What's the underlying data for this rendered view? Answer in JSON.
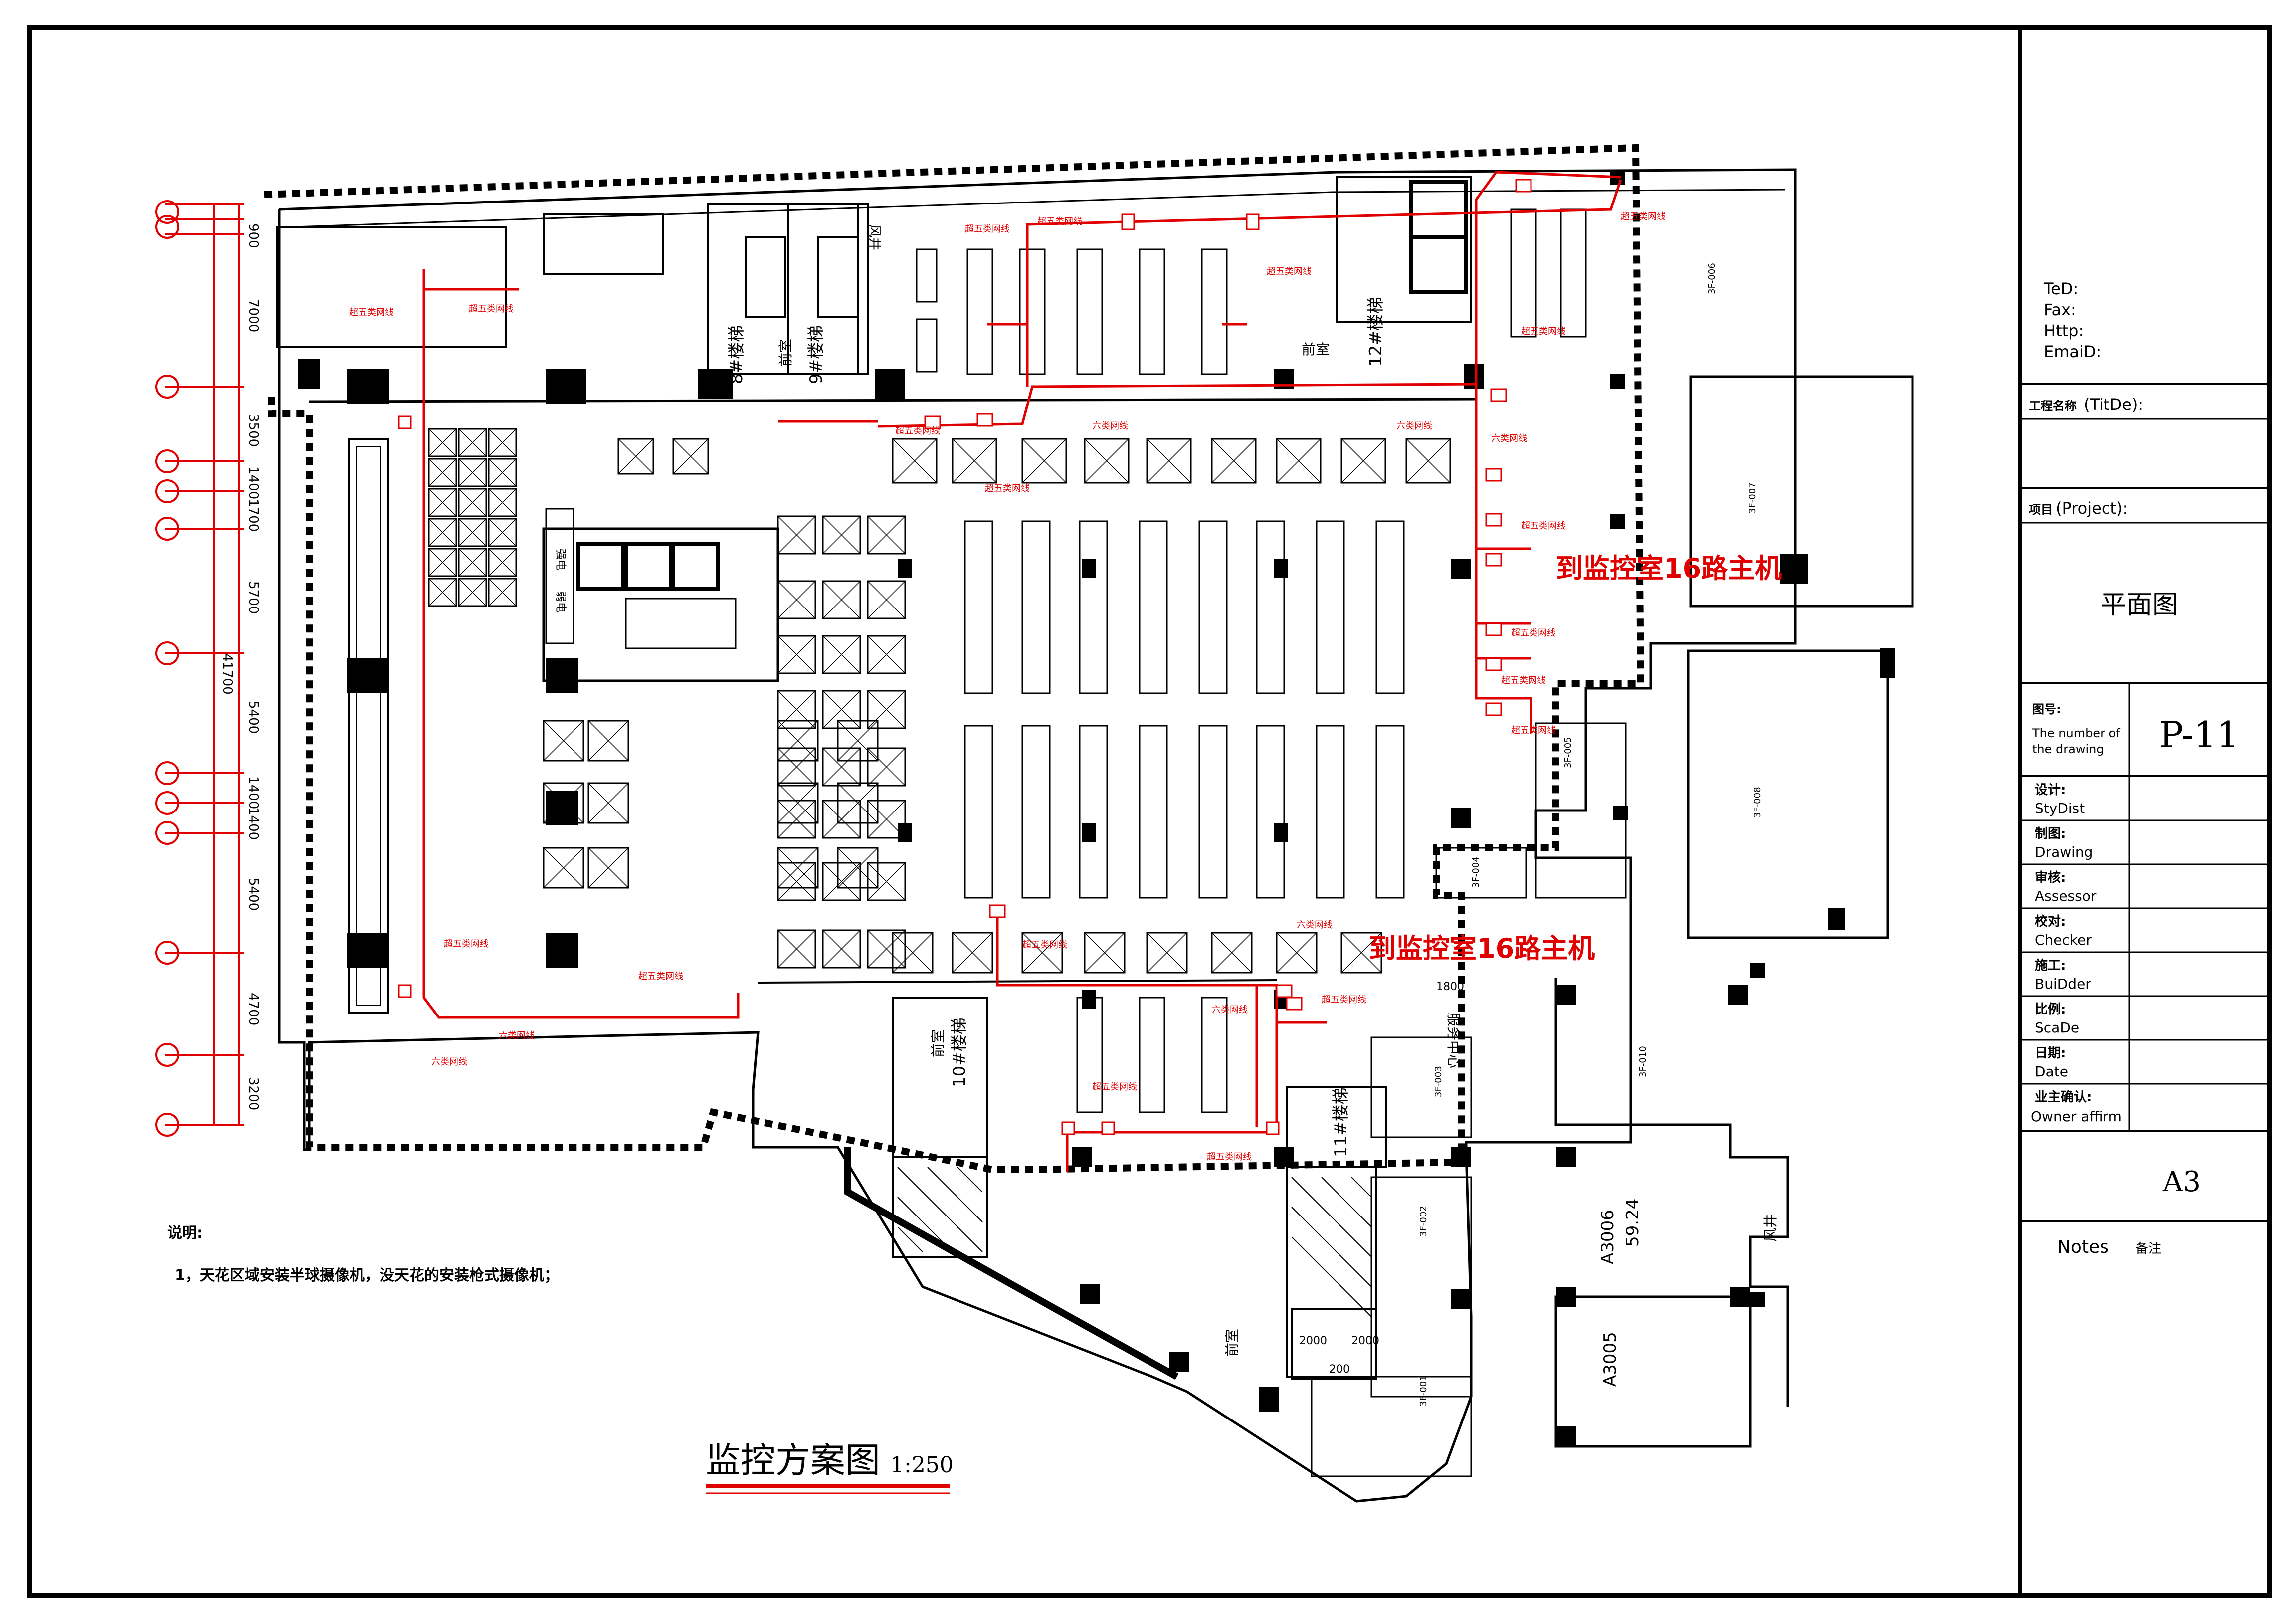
{
  "title_block": {
    "contacts": [
      "TeD:",
      "Fax:",
      "Http:",
      "EmaiD:"
    ],
    "project_name_label": "工程名称",
    "project_name_value": "(TitDe):",
    "project_label": "项目",
    "project_value": "(Project):",
    "drawing_name": "平面图",
    "drawing_no_label_cn": "图号:",
    "drawing_no_label_en": "The number of the drawing",
    "drawing_no_label_en_1": "The number of",
    "drawing_no_label_en_2": "the drawing",
    "drawing_no": "P-11",
    "rows": [
      {
        "cn": "设计:",
        "en": "StyDist"
      },
      {
        "cn": "制图:",
        "en": "Drawing"
      },
      {
        "cn": "审核:",
        "en": "Assessor"
      },
      {
        "cn": "校对:",
        "en": "Checker"
      },
      {
        "cn": "施工:",
        "en": "BuiDder"
      },
      {
        "cn": "比例:",
        "en": "ScaDe"
      },
      {
        "cn": "日期:",
        "en": "Date"
      },
      {
        "cn": "业主确认:",
        "en": "Owner affirm"
      }
    ],
    "sheet_size": "A3",
    "notes_en": "Notes",
    "notes_cn": "备注"
  },
  "plan": {
    "title": "监控方案图",
    "scale": "1:250",
    "notes_title": "说明:",
    "notes": [
      "1，天花区域安装半球摄像机，没天花的安装枪式摄像机；"
    ],
    "route_labels": [
      "到监控室16路主机",
      "到监控室16路主机"
    ],
    "cable_cat5e": "超五类网线",
    "cable_cat6": "六类网线",
    "left_dimensions": [
      "900",
      "7000",
      "3500",
      "1400",
      "1700",
      "5700",
      "5400",
      "1400",
      "1400",
      "5400",
      "4700",
      "3200"
    ],
    "left_total": "41700",
    "stair_labels": [
      "8#楼梯",
      "9#楼梯",
      "12#楼梯",
      "10#楼梯",
      "11#楼梯"
    ],
    "room_labels": [
      "前室",
      "前室",
      "前室",
      "前室",
      "强电",
      "弱电",
      "服务中心",
      "风井",
      "风井"
    ],
    "unit_labels": [
      "A3006",
      "59.24",
      "A3005"
    ],
    "dim_labels": [
      "1800",
      "2000",
      "2000",
      "200"
    ],
    "shop_tags": [
      "3F-006",
      "3F-007",
      "3F-008",
      "3F-005",
      "3F-004",
      "3F-003",
      "3F-002",
      "3F-001",
      "3F-010"
    ]
  }
}
